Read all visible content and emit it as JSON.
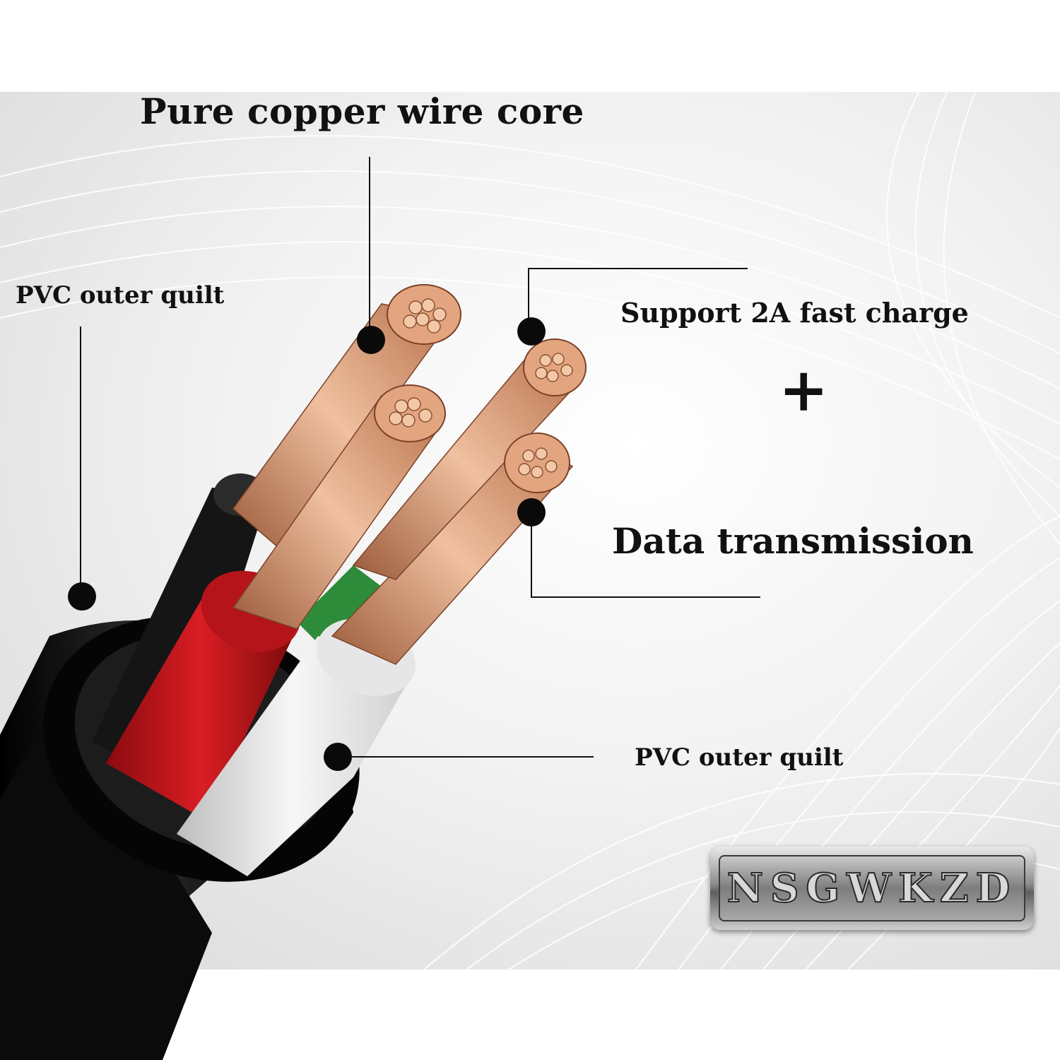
{
  "title": "Pure copper wire core",
  "labels": {
    "pvc_left": "PVC outer quilt",
    "fast_charge": "Support 2A fast charge",
    "plus": "+",
    "data_transmission": "Data transmission",
    "pvc_bottom": "PVC outer quilt"
  },
  "brand": "NSGWKZD",
  "colors": {
    "jacket": "#0d0d0d",
    "red_insulation": "#c8161c",
    "white_insulation": "#e6e6e6",
    "green_insulation": "#2e8b3a",
    "copper": "#c98a5f"
  }
}
